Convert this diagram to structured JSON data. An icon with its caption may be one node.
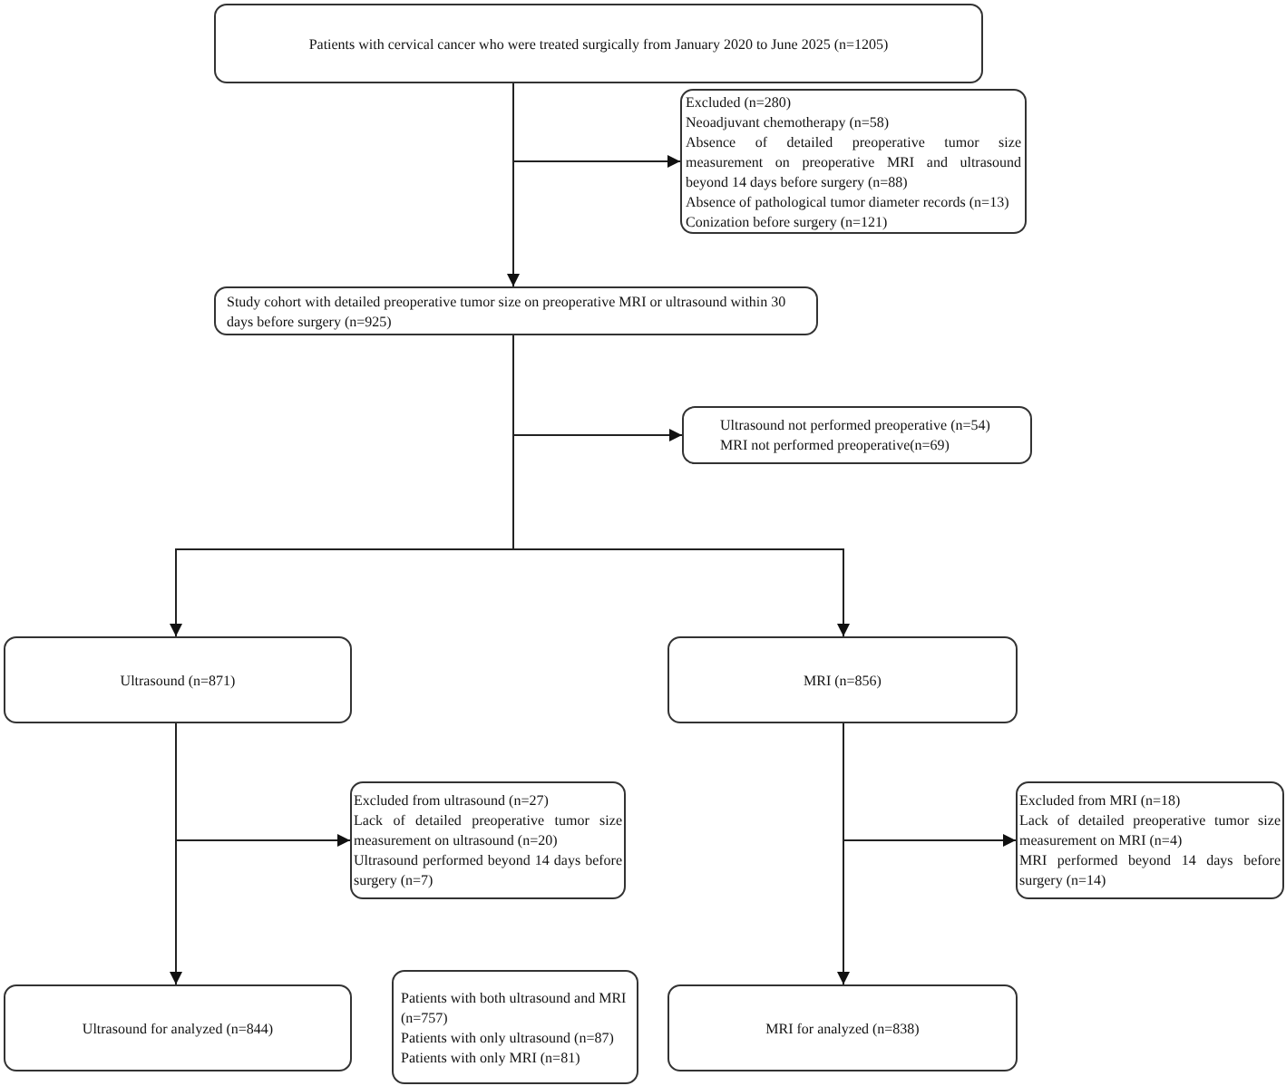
{
  "diagram": {
    "nodes": [
      {
        "text": [
          "Patients with cervical cancer who were treated surgically from January 2020 to June 2025 (n=1205)"
        ]
      },
      {
        "text": [
          "Excluded (n=280)",
          "Neoadjuvant chemotherapy (n=58)",
          "Absence of detailed preoperative tumor size measurement on preoperative MRI and ultrasound beyond 14 days before surgery (n=88)",
          "Absence of pathological tumor diameter records (n=13)",
          "Conization before surgery (n=121)"
        ]
      },
      {
        "text": [
          "Study cohort with detailed preoperative tumor size on preoperative MRI or ultrasound within 30 days before surgery (n=925)"
        ]
      },
      {
        "text": [
          "Ultrasound not performed preoperative (n=54)",
          "MRI not performed preoperative(n=69)"
        ]
      },
      {
        "text": [
          "Ultrasound (n=871)"
        ]
      },
      {
        "text": [
          "MRI (n=856)"
        ]
      },
      {
        "text": [
          "Excluded from ultrasound (n=27)",
          "Lack of detailed preoperative tumor size measurement on ultrasound (n=20)",
          "Ultrasound performed beyond 14 days before surgery (n=7)"
        ]
      },
      {
        "text": [
          "Excluded from MRI (n=18)",
          "Lack of detailed preoperative tumor size measurement on MRI (n=4)",
          "MRI performed beyond 14 days before surgery (n=14)"
        ]
      },
      {
        "text": [
          "Ultrasound for analyzed (n=844)"
        ]
      },
      {
        "text": [
          "Patients with both ultrasound and MRI (n=757)",
          "Patients with only ultrasound (n=87)",
          "Patients with only MRI (n=81)"
        ]
      },
      {
        "text": [
          "MRI for analyzed (n=838)"
        ]
      }
    ],
    "edges": [
      {
        "from": 0,
        "to": 1,
        "arrow": "to"
      },
      {
        "from": 0,
        "to": 2,
        "arrow": "to"
      },
      {
        "from": 2,
        "to": 3,
        "arrow": "to"
      },
      {
        "from": 2,
        "to": 4,
        "arrow": "to"
      },
      {
        "from": 2,
        "to": 5,
        "arrow": "to"
      },
      {
        "from": 4,
        "to": 6,
        "arrow": "to"
      },
      {
        "from": 4,
        "to": 8,
        "arrow": "to"
      },
      {
        "from": 5,
        "to": 7,
        "arrow": "to"
      },
      {
        "from": 5,
        "to": 10,
        "arrow": "to"
      }
    ]
  }
}
